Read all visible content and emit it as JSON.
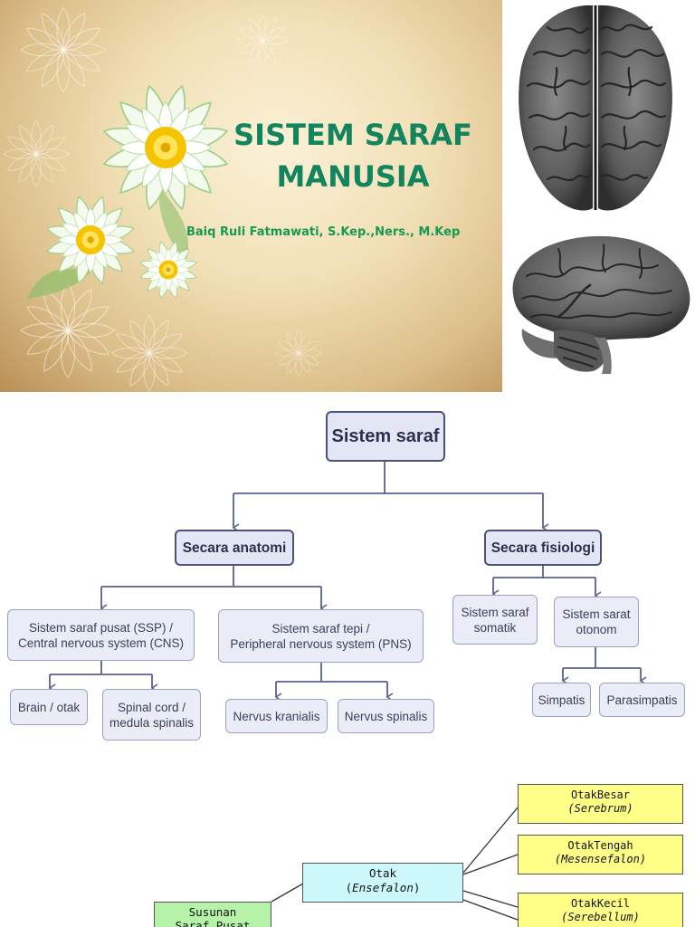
{
  "slide": {
    "title_line1": "SISTEM SARAF",
    "title_line2": "MANUSIA",
    "author": "Baiq Ruli Fatmawati, S.Kep.,Ners., M.Kep",
    "colors": {
      "title": "#12855f",
      "author": "#159a50",
      "background": "#f2e1b8"
    }
  },
  "flowchart": {
    "root": "Sistem saraf",
    "anatomi": "Secara anatomi",
    "fisiologi": "Secara fisiologi",
    "ssp": "Sistem saraf pusat (SSP) /\nCentral nervous system (CNS)",
    "sst": "Sistem saraf tepi /\nPeripheral nervous system (PNS)",
    "somatik": "Sistem saraf\nsomatik",
    "otonom": "Sistem sarat\notonom",
    "brain": "Brain / otak",
    "spinal": "Spinal cord /\nmedula spinalis",
    "kranialis": "Nervus kranialis",
    "spinalis": "Nervus spinalis",
    "simpatis": "Simpatis",
    "parasimpatis": "Parasimpatis",
    "colors": {
      "box": "#eaecf8",
      "border": "#9aa1c4",
      "head_border": "#4c527e",
      "line": "#5a6090"
    }
  },
  "brain_diagram": {
    "otak_besar": {
      "name": "OtakBesar",
      "latin": "Serebrum"
    },
    "otak_tengah": {
      "name": "OtakTengah",
      "latin": "Mesensefalon"
    },
    "otak": {
      "name": "Otak",
      "latin": "Ensefalon"
    },
    "otak_kecil": {
      "name": "OtakKecil",
      "latin": "Serebellum"
    },
    "susunan": {
      "line1": "Susunan",
      "line2": "Saraf Pusat"
    },
    "colors": {
      "yellow": "#ffff88",
      "cyan": "#ccf7fb",
      "green": "#b6f2a8"
    }
  }
}
